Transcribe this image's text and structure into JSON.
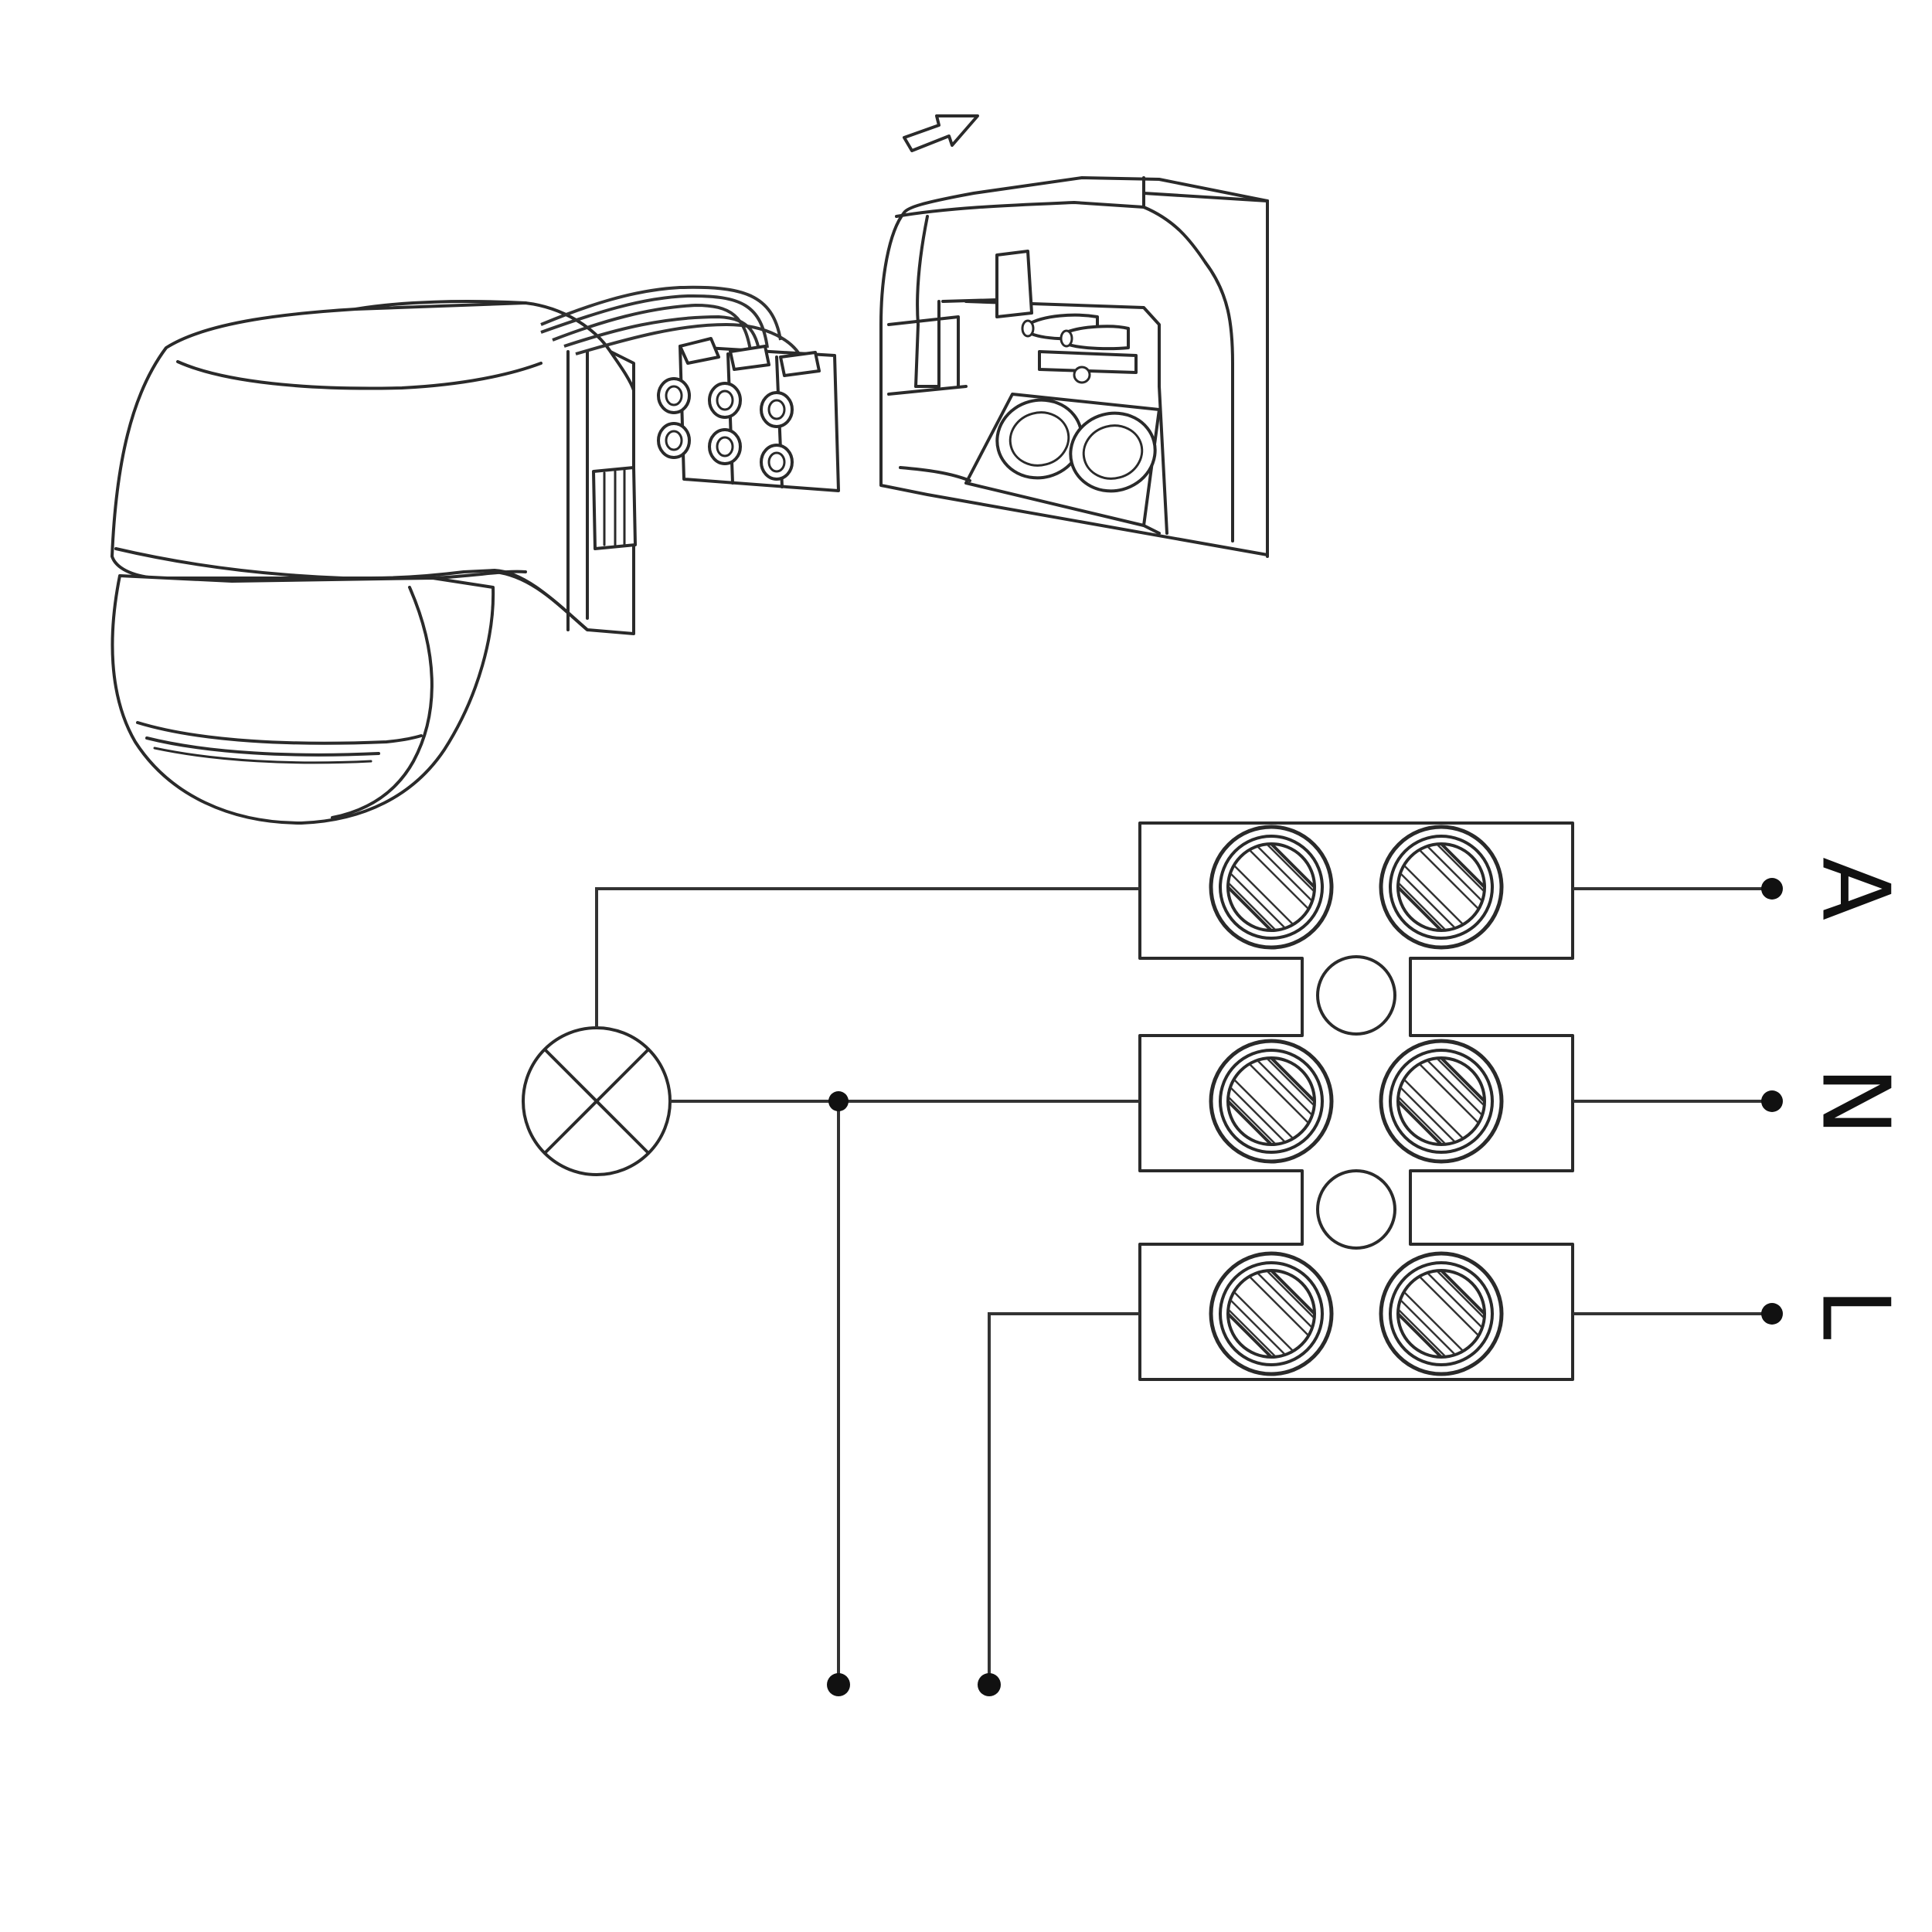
{
  "terminals": [
    {
      "label": "A"
    },
    {
      "label": "N"
    },
    {
      "label": "L"
    }
  ],
  "colors": {
    "line": "#2a2a2a",
    "background": "#ffffff"
  },
  "icons": [
    "motion-sensor-icon",
    "arrow-icon",
    "mounting-base-icon",
    "connector-block-icon",
    "lamp-icon",
    "screw-terminal-icon"
  ]
}
